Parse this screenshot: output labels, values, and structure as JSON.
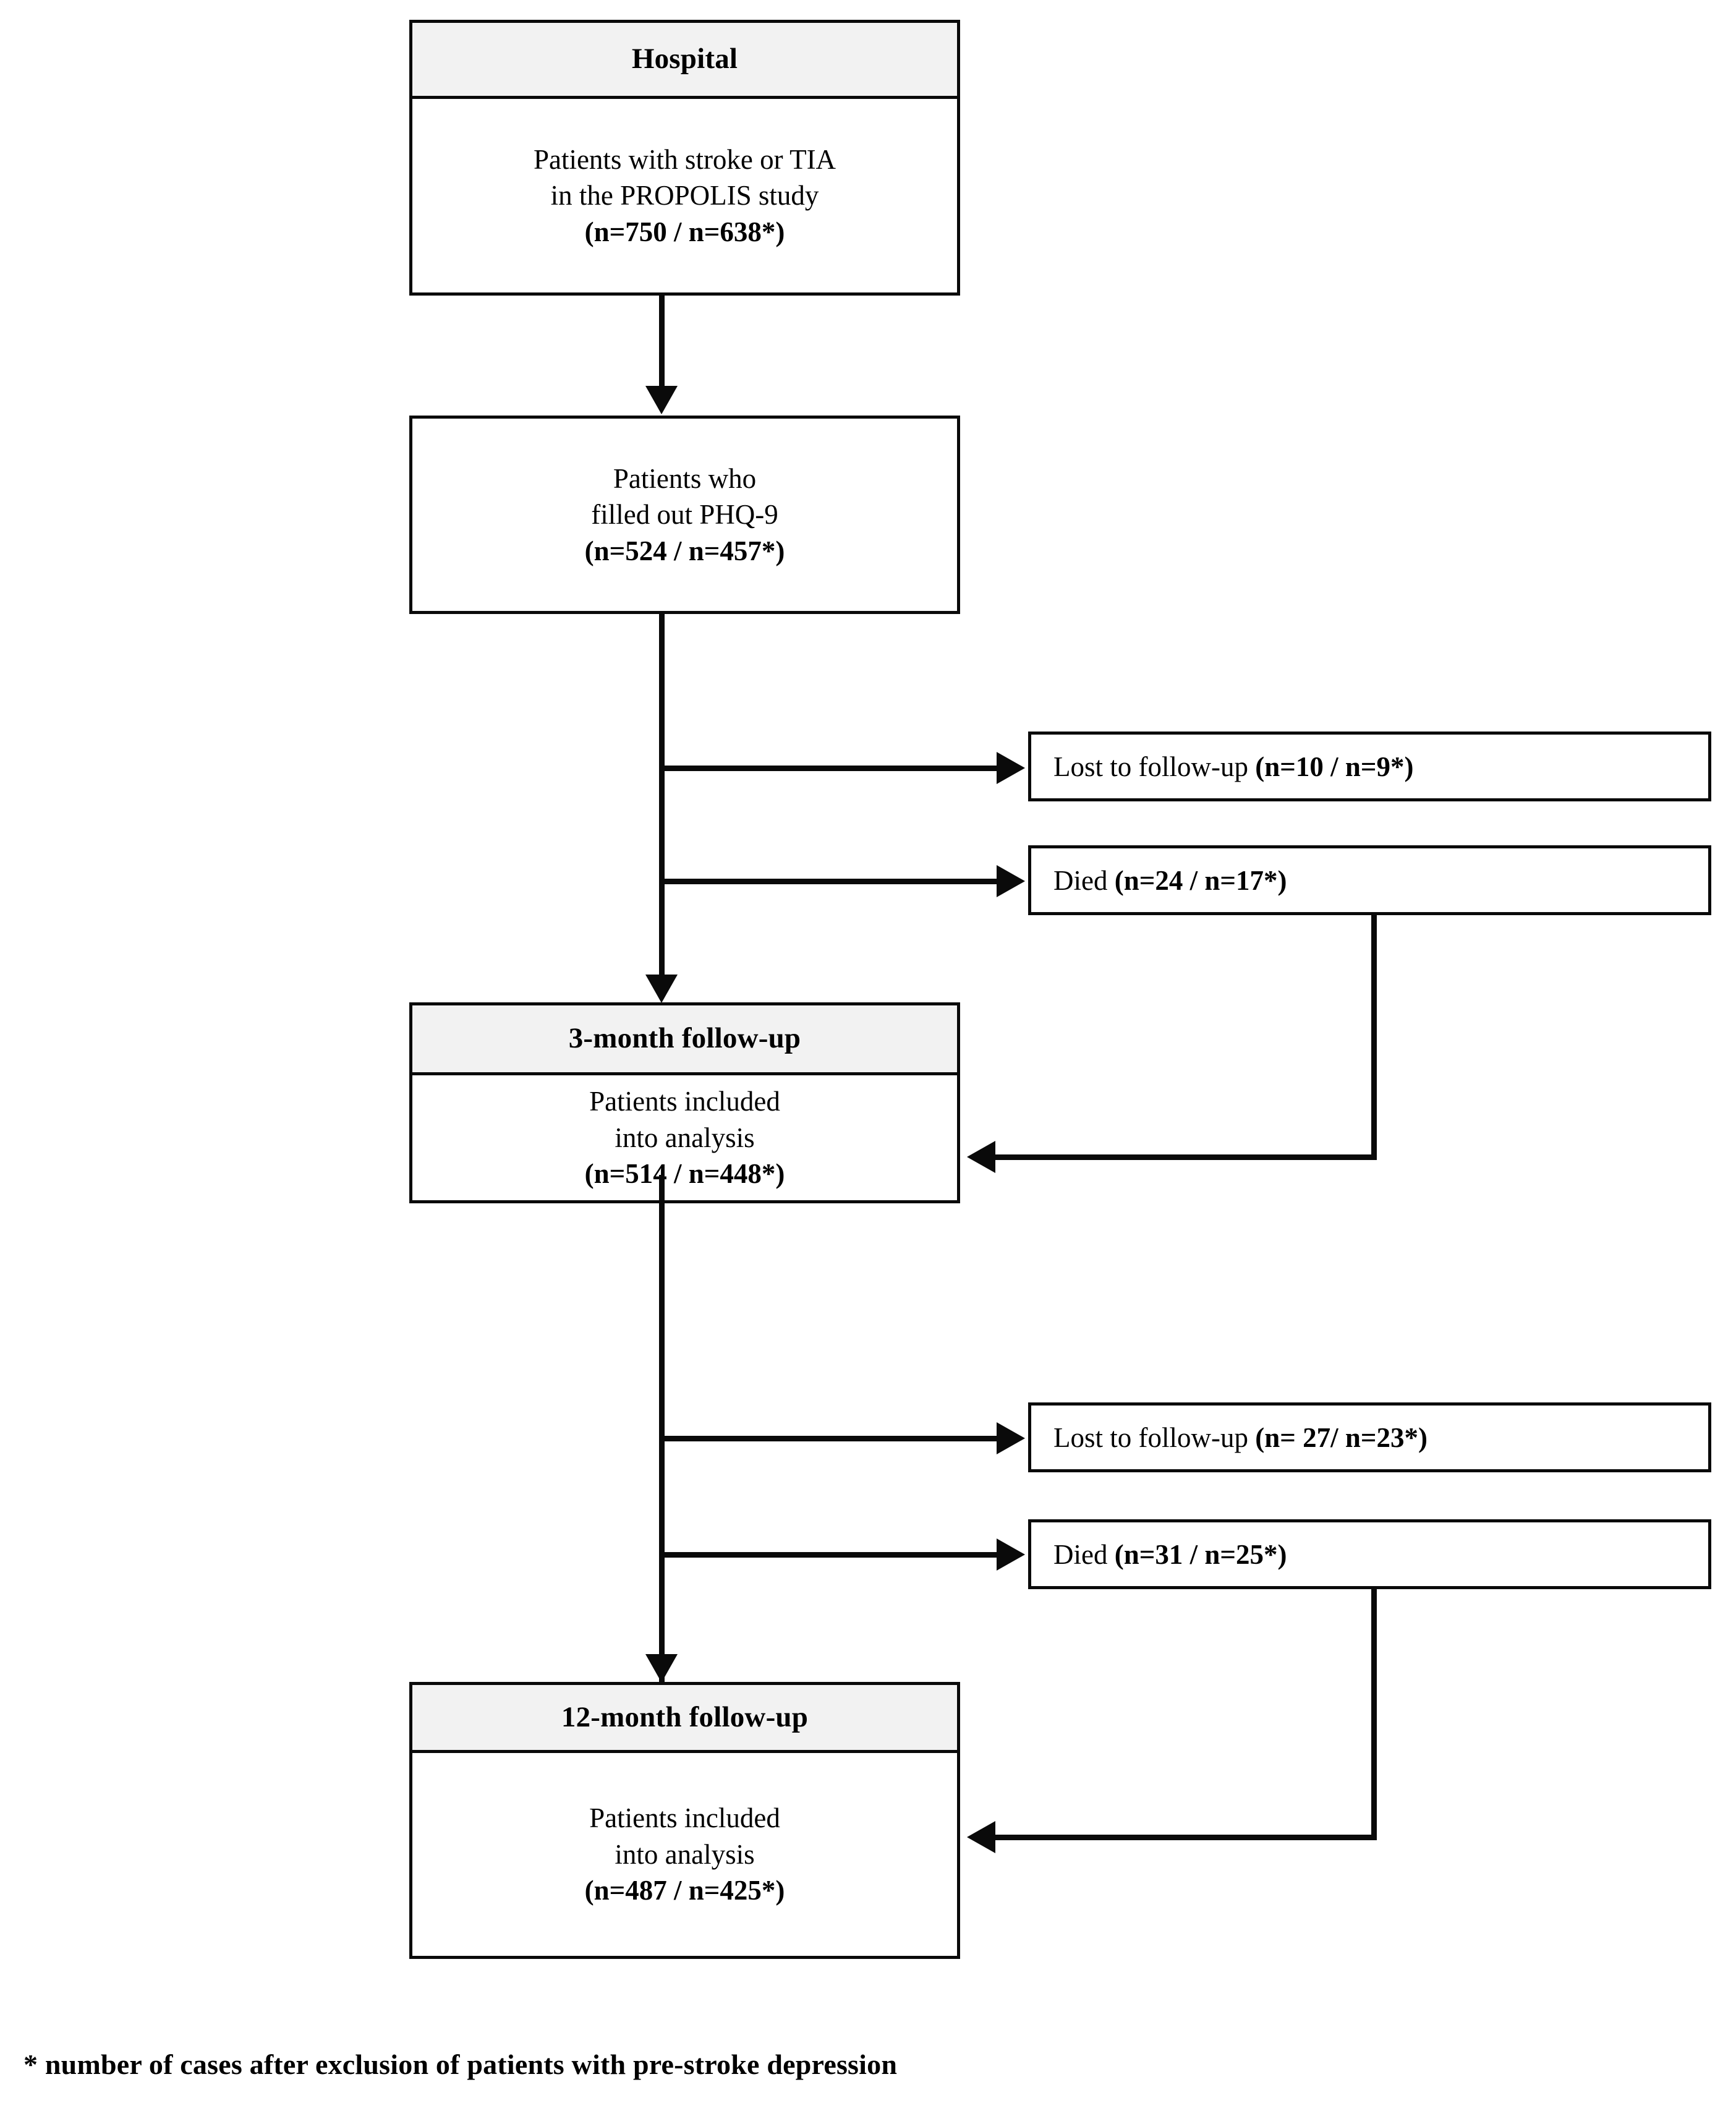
{
  "diagram": {
    "type": "flowchart",
    "title": "PROPOLIS study participant flow",
    "stages": [
      {
        "id": "hospital",
        "header": "Hospital",
        "body_lines": [
          "Patients with stroke or TIA",
          "in the PROPOLIS study"
        ],
        "count": "(n=750 / n=638*)"
      },
      {
        "id": "phq9",
        "header": "",
        "body_lines": [
          "Patients who",
          "filled out PHQ-9"
        ],
        "count": "(n=524 / n=457*)"
      },
      {
        "id": "followup-3-month",
        "header": "3-month follow-up",
        "body_lines": [
          "Patients included",
          "into analysis"
        ],
        "count": "(n=514 / n=448*)"
      },
      {
        "id": "followup-12-month",
        "header": "12-month follow-up",
        "body_lines": [
          "Patients included",
          "into analysis"
        ],
        "count": "(n=487 / n=425*)"
      }
    ],
    "exclusions": [
      {
        "id": "lost-1",
        "label": "Lost to follow-up ",
        "count": "(n=10 / n=9*)"
      },
      {
        "id": "died-1",
        "label": "Died ",
        "count": "(n=24 / n=17*)"
      },
      {
        "id": "lost-2",
        "label": "Lost to follow-up ",
        "count": "(n= 27/ n=23*)"
      },
      {
        "id": "died-2",
        "label": "Died ",
        "count": "(n=31 / n=25*)"
      }
    ],
    "footnote": "* number of cases after exclusion of patients with pre-stroke depression",
    "colors": {
      "header_fill": "#f2f2f2",
      "box_fill": "#ffffff",
      "stroke": "#0a0a0a",
      "text": "#000000"
    }
  }
}
